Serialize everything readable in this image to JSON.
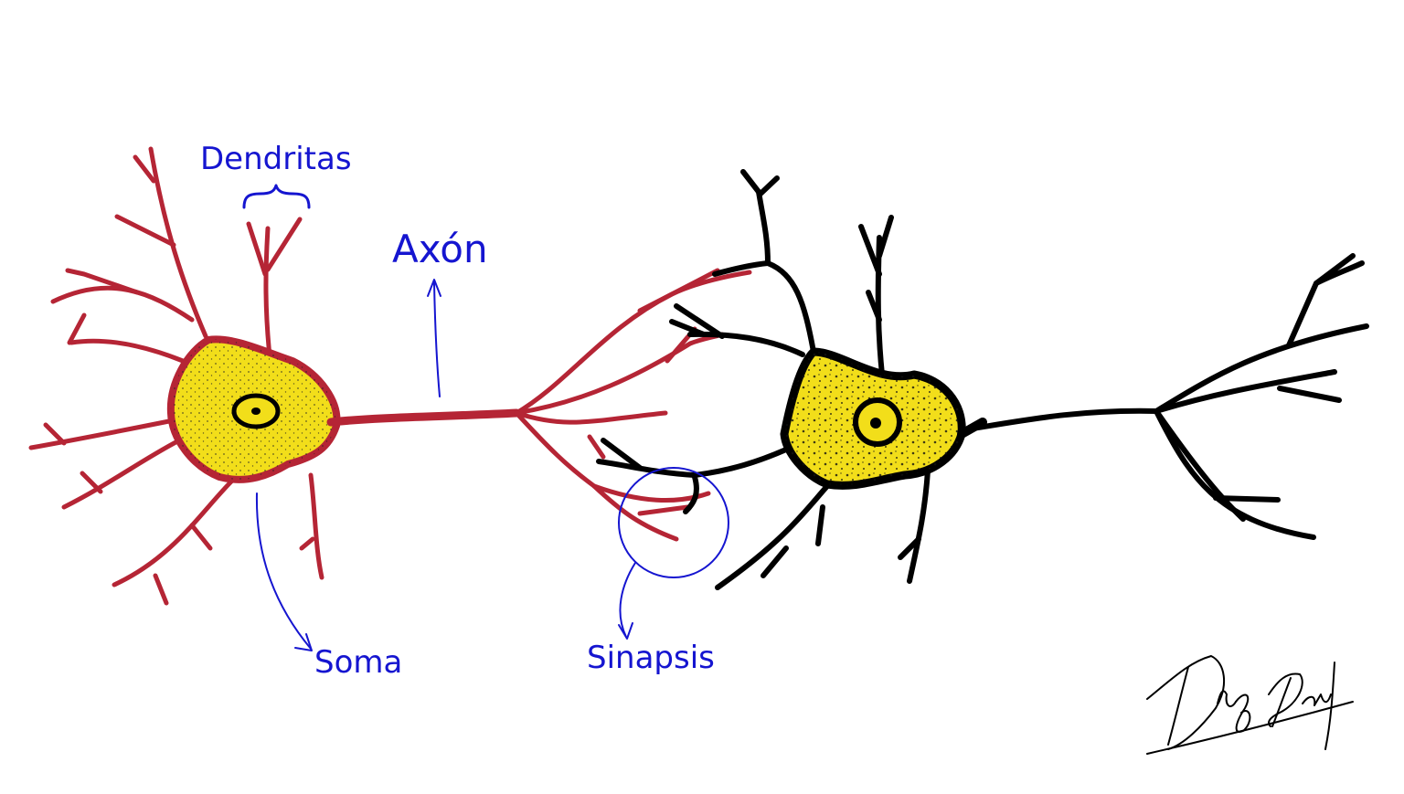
{
  "labels": {
    "dendrites": "Dendritas",
    "axon": "Axón",
    "soma": "Soma",
    "synapse": "Sinapsis"
  },
  "signature": "Diego Diaz",
  "colors": {
    "presynaptic_neuron": "#b52535",
    "postsynaptic_neuron": "#000000",
    "soma_fill": "#f2de1a",
    "annotation": "#1515d0"
  }
}
